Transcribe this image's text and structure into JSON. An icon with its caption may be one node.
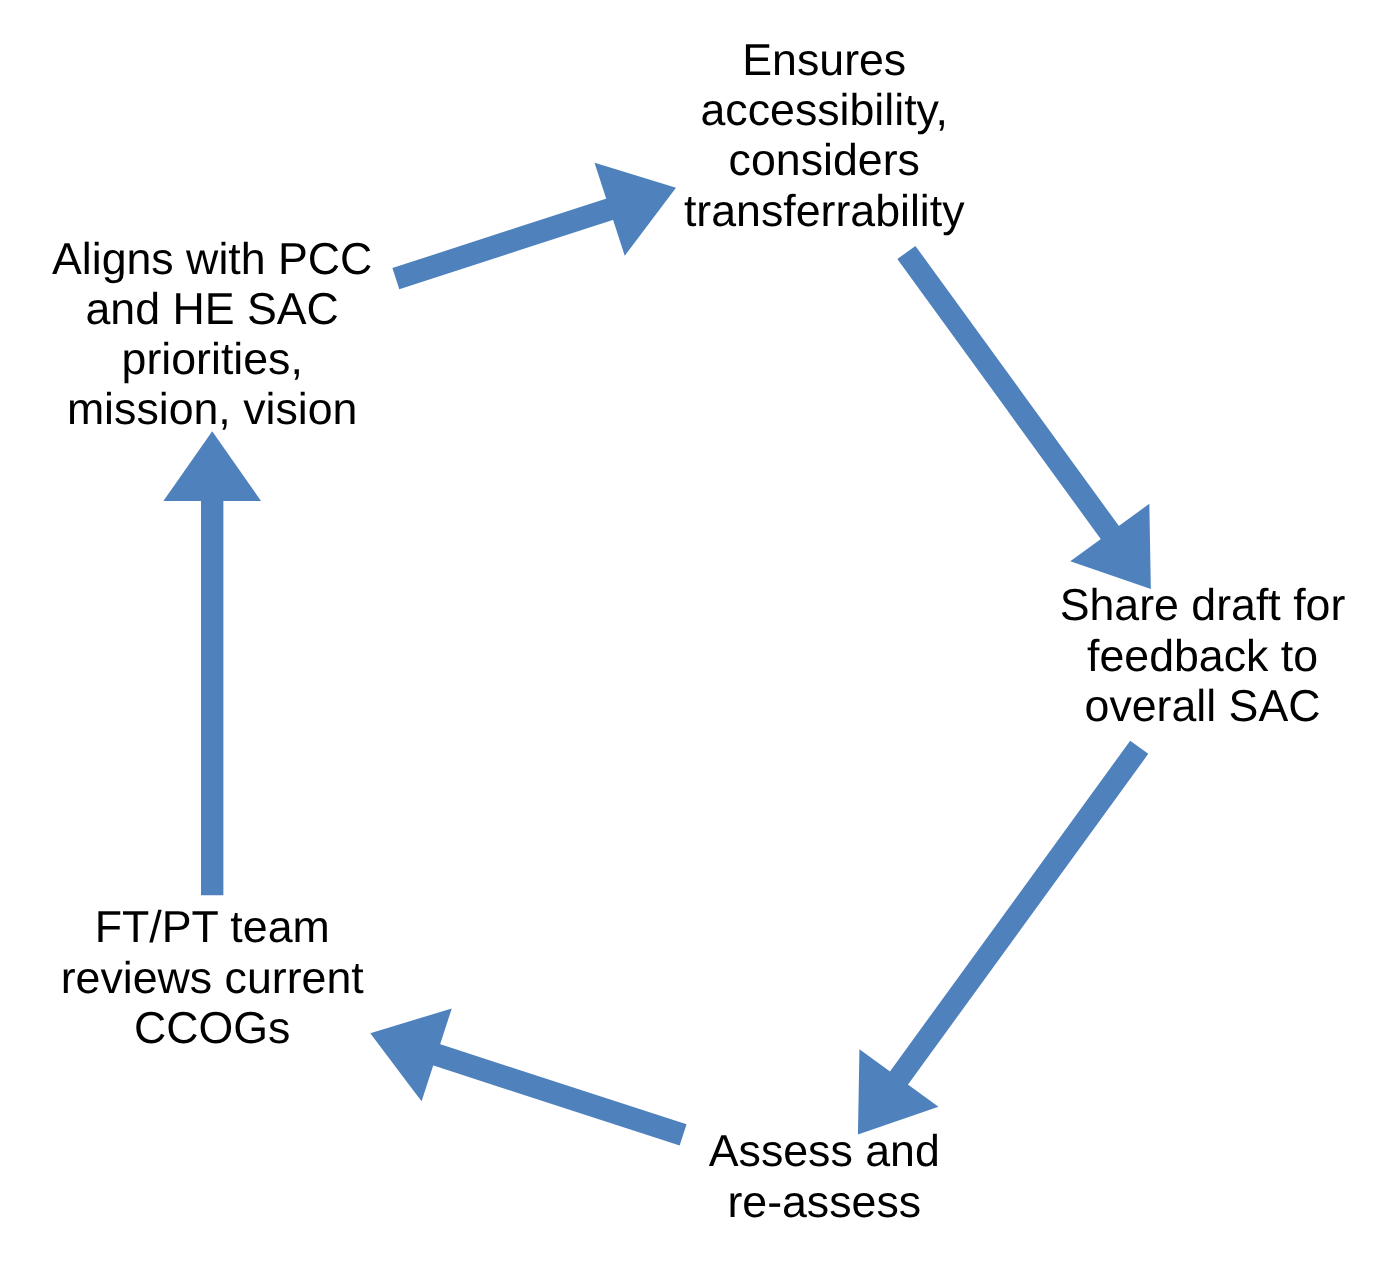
{
  "diagram": {
    "nodes": [
      {
        "text": [
          "Assess and re-assess"
        ]
      },
      {
        "text": [
          "FT/PT team reviews current CCOGs"
        ]
      },
      {
        "text": [
          "Aligns with PCC and HE SAC priorities, mission, vision"
        ]
      },
      {
        "text": [
          "Ensures accessibility, considers transferrability"
        ]
      },
      {
        "text": [
          "Share draft for feedback to overall SAC"
        ]
      }
    ],
    "edges": [
      {
        "from": 0,
        "to": 1,
        "arrow": "to"
      },
      {
        "from": 1,
        "to": 2,
        "arrow": "to"
      },
      {
        "from": 2,
        "to": 3,
        "arrow": "to"
      },
      {
        "from": 3,
        "to": 4,
        "arrow": "to"
      },
      {
        "from": 4,
        "to": 0,
        "arrow": "to"
      }
    ]
  }
}
